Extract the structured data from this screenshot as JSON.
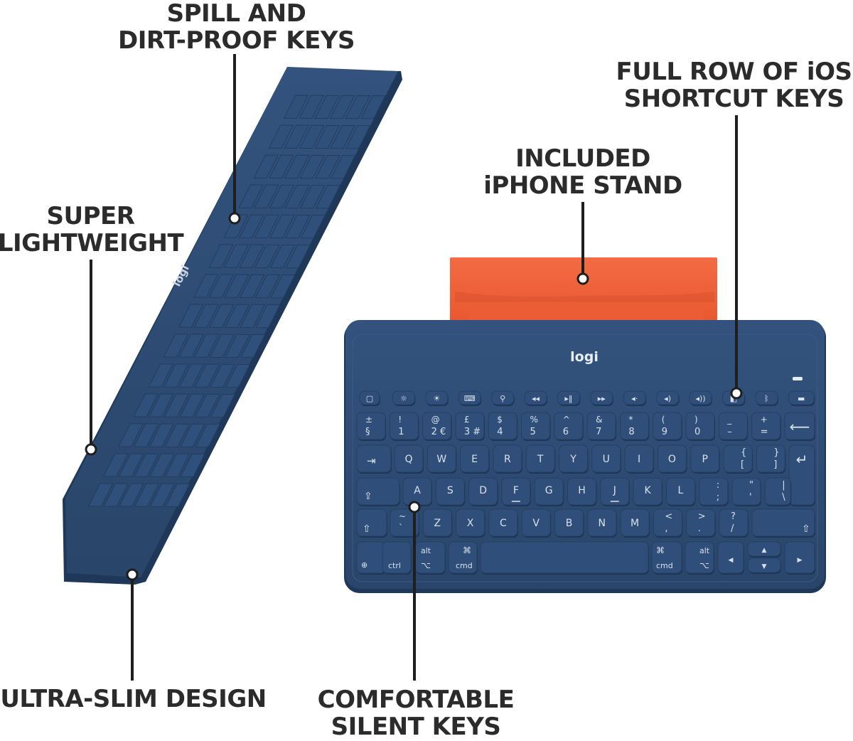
{
  "callouts": {
    "spill": {
      "line1": "SPILL AND",
      "line2": "DIRT-PROOF KEYS"
    },
    "ios": {
      "line1": "FULL ROW OF iOS",
      "line2": "SHORTCUT KEYS"
    },
    "stand": {
      "line1": "INCLUDED",
      "line2": "iPHONE STAND"
    },
    "lightweight": {
      "line1": "SUPER",
      "line2": "LIGHTWEIGHT"
    },
    "slim": {
      "line1": "ULTRA-SLIM DESIGN"
    },
    "silent": {
      "line1": "COMFORTABLE",
      "line2": "SILENT KEYS"
    }
  },
  "brand": {
    "logo": "logi"
  },
  "colors": {
    "keyboard_body": "#2c4a73",
    "keyboard_edge": "#1f3758",
    "key_face": "#2f4f7a",
    "key_legend": "#d9e0ea",
    "stand": "#f0623c",
    "stand_dark": "#d9522f",
    "callout_text": "#2b2b2b",
    "leader": "#1e1e1e"
  },
  "keyboard": {
    "fn_row": [
      "home-icon",
      "brightness-down-icon",
      "brightness-up-icon",
      "keyboard-icon",
      "search-icon",
      "rewind-icon",
      "play-pause-icon",
      "fast-forward-icon",
      "mute-icon",
      "volume-down-icon",
      "volume-up-icon",
      "screenshot-icon",
      "bluetooth-icon",
      "battery-icon"
    ],
    "num_row": [
      {
        "top": "±",
        "bottom": "§"
      },
      {
        "top": "!",
        "bottom": "1"
      },
      {
        "top": "@",
        "bottom": "2 €"
      },
      {
        "top": "£",
        "bottom": "3 #"
      },
      {
        "top": "$",
        "bottom": "4"
      },
      {
        "top": "%",
        "bottom": "5"
      },
      {
        "top": "^",
        "bottom": "6"
      },
      {
        "top": "&",
        "bottom": "7"
      },
      {
        "top": "*",
        "bottom": "8"
      },
      {
        "top": "(",
        "bottom": "9"
      },
      {
        "top": ")",
        "bottom": "0"
      },
      {
        "top": "_",
        "bottom": "–"
      },
      {
        "top": "+",
        "bottom": "="
      }
    ],
    "backspace": "⟵",
    "tab": "⇥",
    "row_q": [
      "Q",
      "W",
      "E",
      "R",
      "T",
      "Y",
      "U",
      "I",
      "O",
      "P"
    ],
    "row_q_extra": [
      {
        "top": "{",
        "bottom": "["
      },
      {
        "top": "}",
        "bottom": "]"
      }
    ],
    "enter": "↵",
    "caps": "⇪",
    "row_a": [
      "A",
      "S",
      "D",
      "F",
      "G",
      "H",
      "J",
      "K",
      "L"
    ],
    "row_a_extra": [
      {
        "top": ":",
        "bottom": ";"
      },
      {
        "top": "\"",
        "bottom": "'"
      },
      {
        "top": "|",
        "bottom": "\\"
      }
    ],
    "shift": "⇧",
    "row_z_first": {
      "top": "~",
      "bottom": "`"
    },
    "row_z": [
      "Z",
      "X",
      "C",
      "V",
      "B",
      "N",
      "M"
    ],
    "row_z_extra": [
      {
        "top": "<",
        "bottom": ","
      },
      {
        "top": ">",
        "bottom": "."
      },
      {
        "top": "?",
        "bottom": "/"
      }
    ],
    "bottom_row": {
      "globe": "⊕",
      "ctrl": "ctrl",
      "alt_top": "alt",
      "alt_bottom": "⌥",
      "cmd_top": "⌘",
      "cmd_bottom": "cmd",
      "left": "◀",
      "up": "▲",
      "down": "▼",
      "right": "▶"
    }
  }
}
